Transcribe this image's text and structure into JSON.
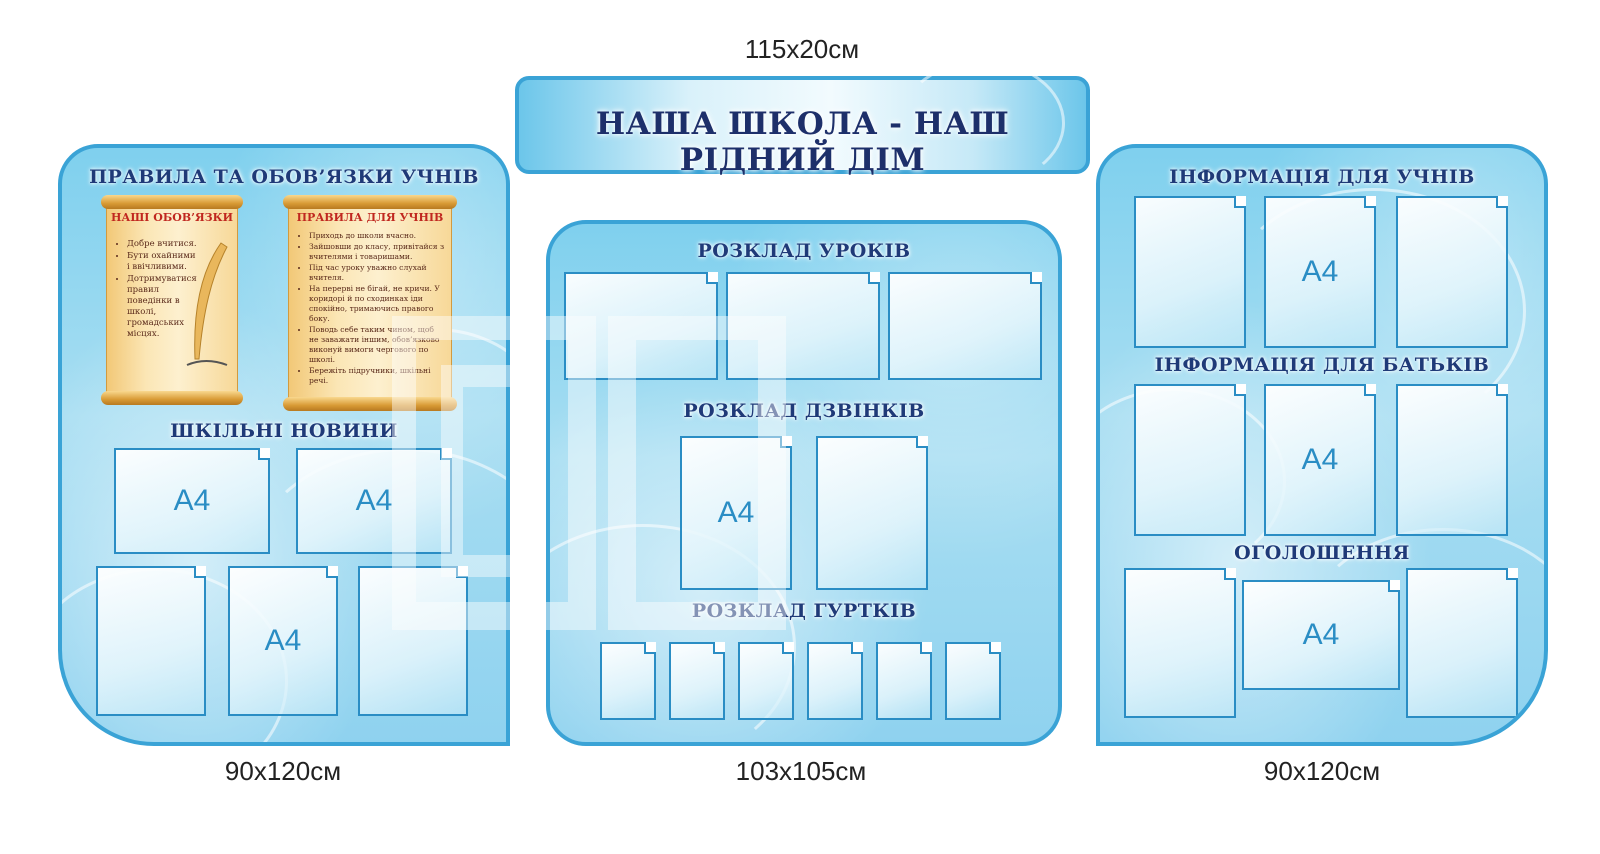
{
  "dimensions": {
    "top": "115x20см",
    "left": "90x120см",
    "middle": "103x105см",
    "right": "90x120см"
  },
  "header": {
    "title": "НАША ШКОЛА - НАШ РІДНИЙ ДІМ"
  },
  "left_panel": {
    "title": "ПРАВИЛА ТА ОБОВ’ЯЗКИ УЧНІВ",
    "news_title": "ШКІЛЬНІ НОВИНИ",
    "scroll_duties": {
      "title": "НАШІ  ОБОВ’ЯЗКИ",
      "items": [
        "Добре вчитися.",
        "Бути охайними і ввічливими.",
        "Дотримуватися правил поведінки в школі, громадських місцях."
      ]
    },
    "scroll_rules": {
      "title": "ПРАВИЛА ДЛЯ УЧНІВ",
      "items": [
        "Приходь до школи вчасно.",
        "Зайшовши до класу, привітайся з вчителями і товаришами.",
        "Під час уроку уважно слухай вчителя.",
        "На перерві не бігай, не кричи. У коридорі й по сходинках іди спокійно, тримаючись правого боку.",
        "Поводь себе таким чином, щоб не заважати іншим, обов’язково виконуй вимоги чергового по школі.",
        "Бережіть підручники, шкільні речі."
      ]
    },
    "a4_label": "A4"
  },
  "middle_panel": {
    "lessons_title": "РОЗКЛАД УРОКІВ",
    "bells_title": "РОЗКЛАД ДЗВІНКІВ",
    "clubs_title": "РОЗКЛАД ГУРТКІВ",
    "a4_label": "A4"
  },
  "right_panel": {
    "students_title": "ІНФОРМАЦІЯ ДЛЯ УЧНІВ",
    "parents_title": "ІНФОРМАЦІЯ ДЛЯ БАТЬКІВ",
    "ads_title": "ОГОЛОШЕННЯ",
    "a4_label": "A4"
  },
  "colors": {
    "frame": "#3aa3d6",
    "pocket_border": "#2a8dc4",
    "title_text": "#1f3a78"
  }
}
